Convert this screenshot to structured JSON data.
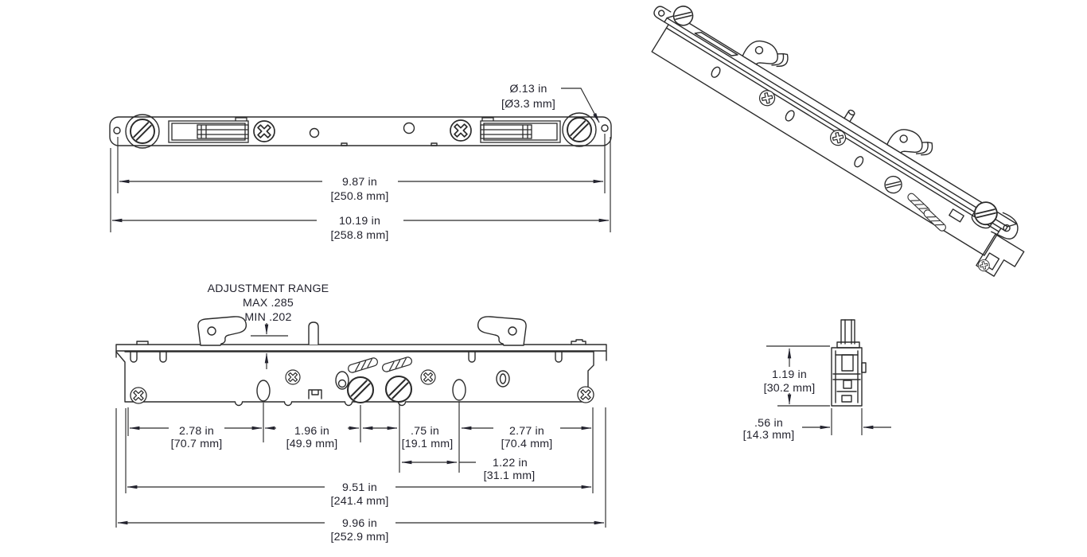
{
  "drawing": {
    "colors": {
      "line": "#2b2b2b",
      "text": "#23232e",
      "background": "#ffffff"
    },
    "labels": {
      "hole_dia": {
        "in": "Ø.13 in",
        "mm": "[Ø3.3 mm]"
      },
      "front_overall": [
        {
          "in": "9.87 in",
          "mm": "[250.8 mm]"
        },
        {
          "in": "10.19 in",
          "mm": "[258.8 mm]"
        }
      ],
      "adjustment": {
        "title": "ADJUSTMENT RANGE",
        "max": "MAX .285",
        "min": "MIN .202"
      },
      "side_chain": [
        {
          "in": "2.78 in",
          "mm": "[70.7 mm]"
        },
        {
          "in": "1.96 in",
          "mm": "[49.9 mm]"
        },
        {
          "in": ".75 in",
          "mm": "[19.1 mm]"
        },
        {
          "in": "2.77 in",
          "mm": "[70.4 mm]"
        }
      ],
      "side_offset": {
        "in": "1.22 in",
        "mm": "[31.1 mm]"
      },
      "side_overall": [
        {
          "in": "9.51 in",
          "mm": "[241.4 mm]"
        },
        {
          "in": "9.96 in",
          "mm": "[252.9 mm]"
        }
      ],
      "end_height": {
        "in": "1.19 in",
        "mm": "[30.2 mm]"
      },
      "end_width": {
        "in": ".56 in",
        "mm": "[14.3 mm]"
      }
    }
  }
}
